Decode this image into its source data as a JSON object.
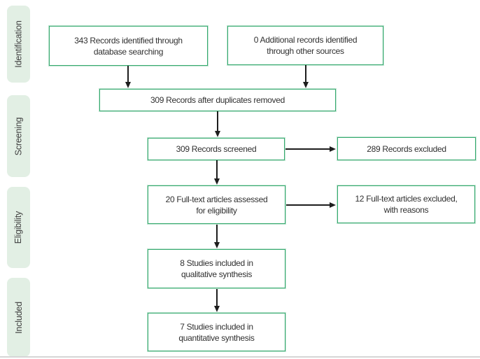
{
  "diagram": {
    "type": "prisma-flow",
    "stages": [
      {
        "label": "Identification"
      },
      {
        "label": "Screening"
      },
      {
        "label": "Eligibility"
      },
      {
        "label": "Included"
      }
    ],
    "boxes": {
      "identified": {
        "line1": "343 Records identified through",
        "line2": "database searching"
      },
      "additional": {
        "line1": "0 Additional records identified",
        "line2": "through other sources"
      },
      "deduplicated": {
        "line1": "309 Records after duplicates removed"
      },
      "screened": {
        "line1": "309 Records screened"
      },
      "records_excluded": {
        "line1": "289 Records excluded"
      },
      "fulltext_assessed": {
        "line1": "20 Full-text articles assessed",
        "line2": "for eligibility"
      },
      "fulltext_excluded": {
        "line1": "12 Full-text articles excluded,",
        "line2": "with reasons"
      },
      "qualitative": {
        "line1": "8 Studies included in",
        "line2": "qualitative synthesis"
      },
      "quantitative": {
        "line1": "7 Studies included in",
        "line2": "quantitative synthesis"
      }
    },
    "colors": {
      "box_border": "#35a96e",
      "stage_bg": "#e2efe4",
      "text": "#303030",
      "arrow": "#1d1d1d",
      "rule": "#d6d6d6"
    }
  }
}
